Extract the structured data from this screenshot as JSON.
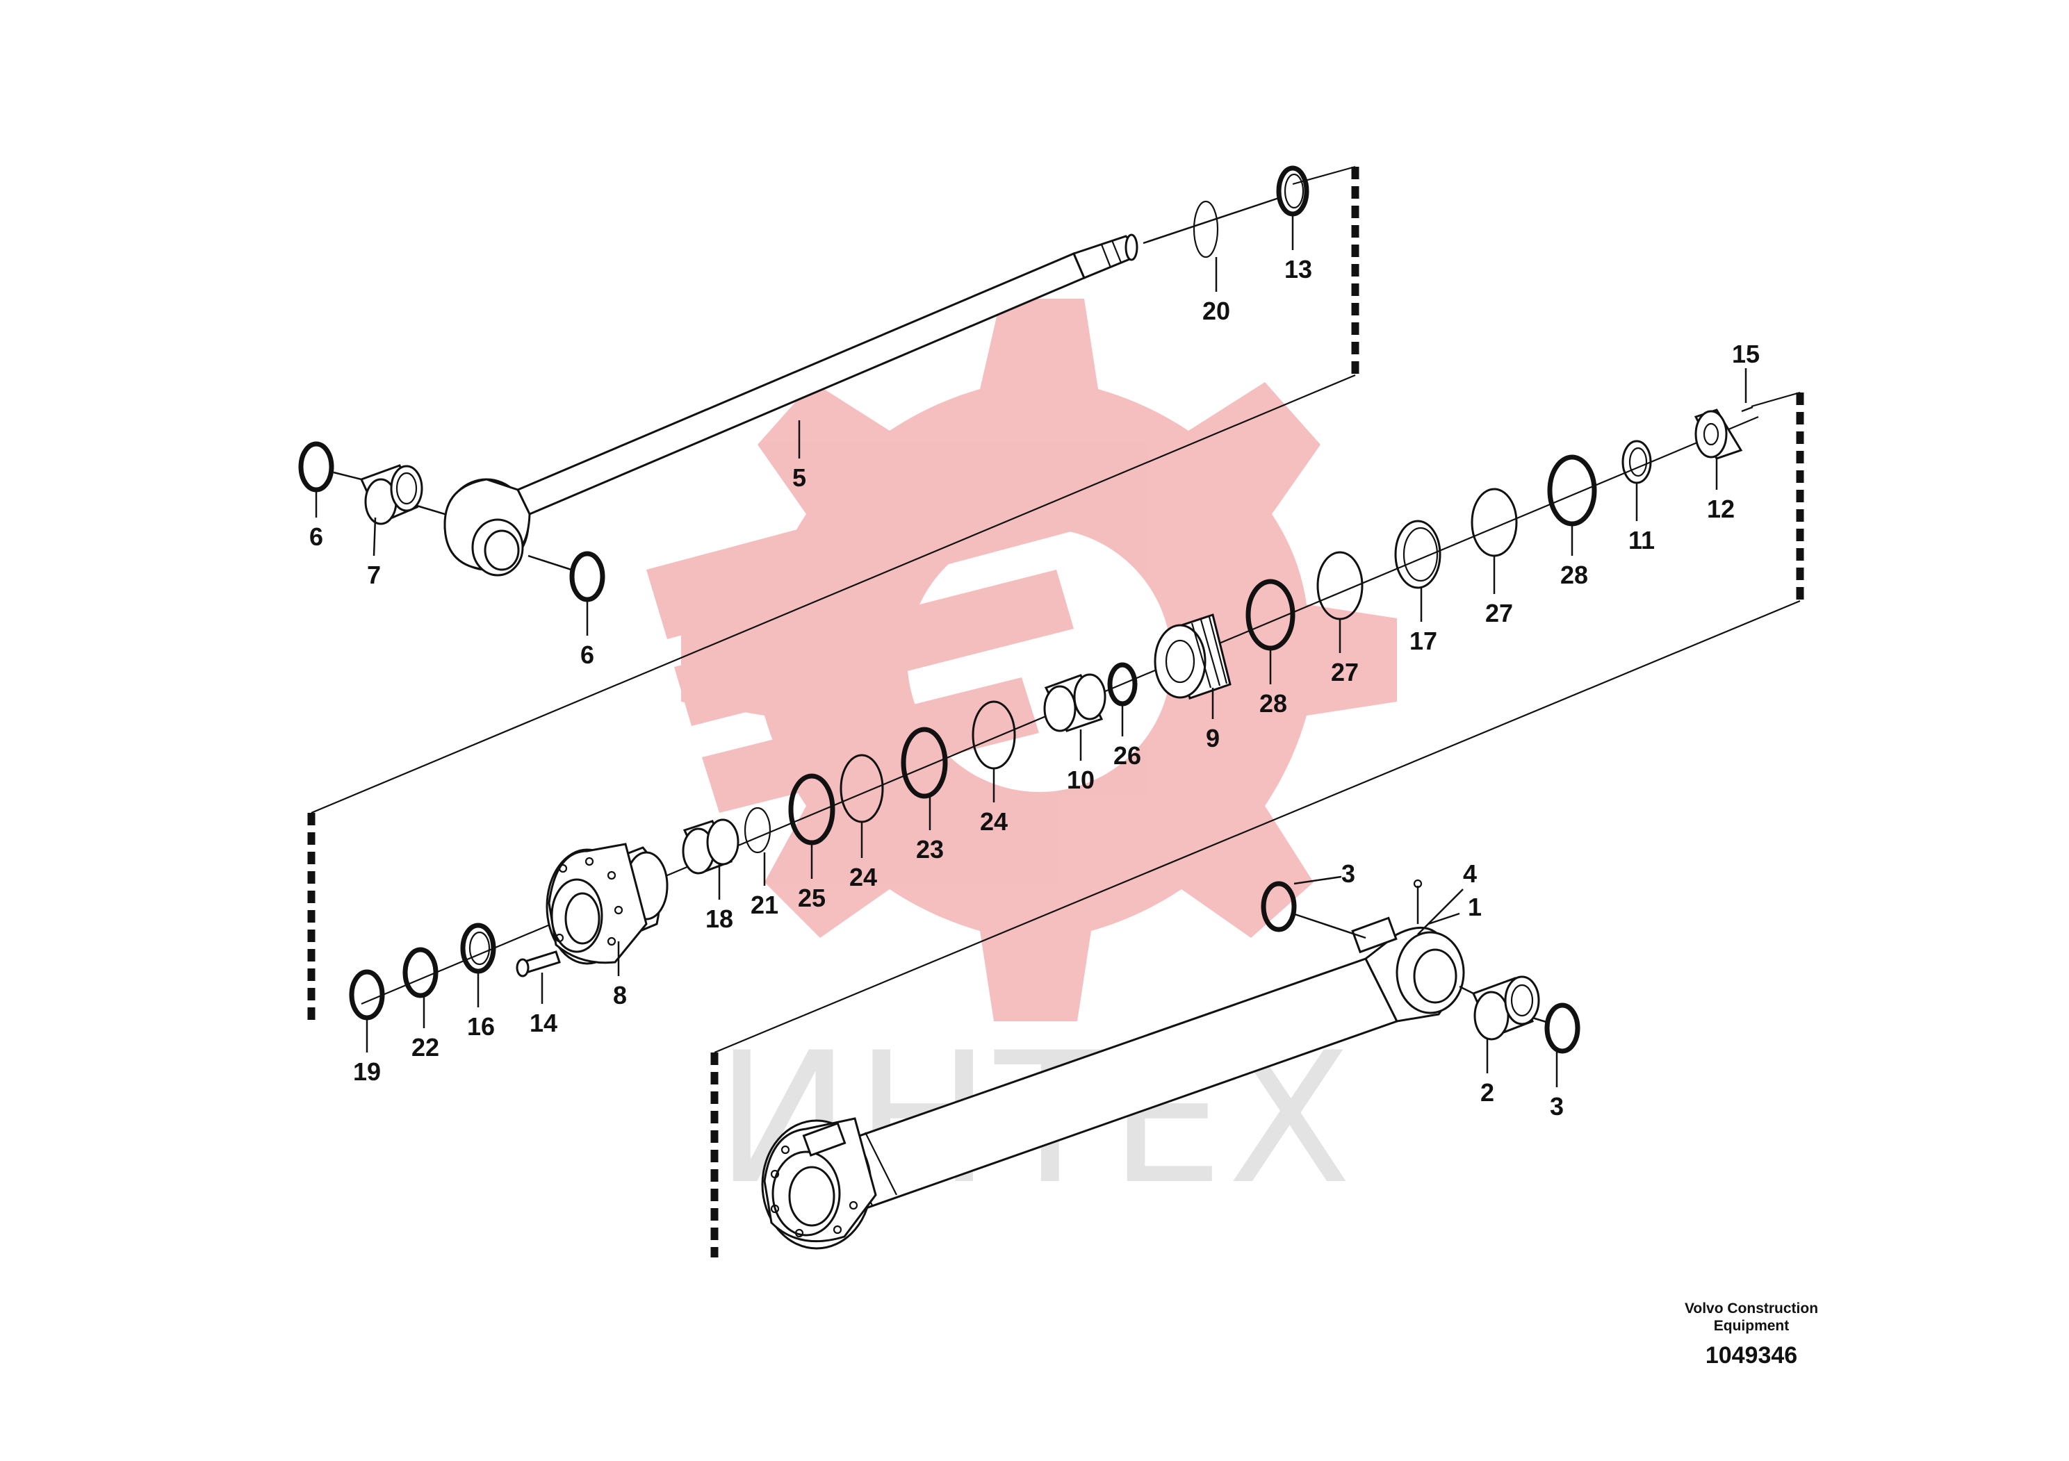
{
  "watermark": {
    "text": "ИНТЕХ",
    "color": "#f5b8b8",
    "text_color": "#e3e3e3"
  },
  "footer": {
    "brand_line1": "Volvo Construction",
    "brand_line2": "Equipment",
    "doc_number": "1049346"
  },
  "callouts": {
    "c1": "1",
    "c2": "2",
    "c3a": "3",
    "c3b": "3",
    "c4": "4",
    "c5": "5",
    "c6a": "6",
    "c6b": "6",
    "c7": "7",
    "c8": "8",
    "c9": "9",
    "c10": "10",
    "c11": "11",
    "c12": "12",
    "c13": "13",
    "c14": "14",
    "c15": "15",
    "c16": "16",
    "c17": "17",
    "c18": "18",
    "c19": "19",
    "c20": "20",
    "c21": "21",
    "c22": "22",
    "c23": "23",
    "c24a": "24",
    "c24b": "24",
    "c25": "25",
    "c26": "26",
    "c27a": "27",
    "c27b": "27",
    "c28a": "28",
    "c28b": "28"
  }
}
